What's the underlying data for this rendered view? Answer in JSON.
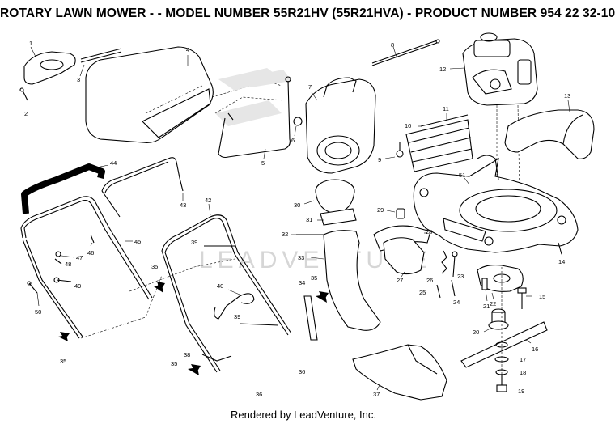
{
  "title": "ROTARY LAWN MOWER - - MODEL NUMBER 55R21HV (55R21HVA) - PRODUCT NUMBER 954 22 32-10",
  "footer": "Rendered by LeadVenture, Inc.",
  "watermark": "LEADVENTURE",
  "callouts": {
    "c1": "1",
    "c2": "2",
    "c3": "3",
    "c4": "4",
    "c5": "5",
    "c6": "6",
    "c7": "7",
    "c8": "8",
    "c9": "9",
    "c10": "10",
    "c11": "11",
    "c12": "12",
    "c13": "13",
    "c14": "14",
    "c15": "15",
    "c16": "16",
    "c17": "17",
    "c18": "18",
    "c19": "19",
    "c20": "20",
    "c21": "21",
    "c22": "22",
    "c23": "23",
    "c24": "24",
    "c25": "25",
    "c26": "26",
    "c27": "27",
    "c28": "28",
    "c29": "29",
    "c30": "30",
    "c31": "31",
    "c32": "32",
    "c33": "33",
    "c34": "34",
    "c35a": "35",
    "c35b": "35",
    "c35c": "35",
    "c35d": "35",
    "c36a": "36",
    "c36b": "36",
    "c37": "37",
    "c38": "38",
    "c39a": "39",
    "c39b": "39",
    "c40": "40",
    "c42": "42",
    "c43": "43",
    "c44": "44",
    "c45": "45",
    "c46": "46",
    "c47": "47",
    "c48": "48",
    "c49": "49",
    "c50": "50",
    "c51": "51"
  }
}
